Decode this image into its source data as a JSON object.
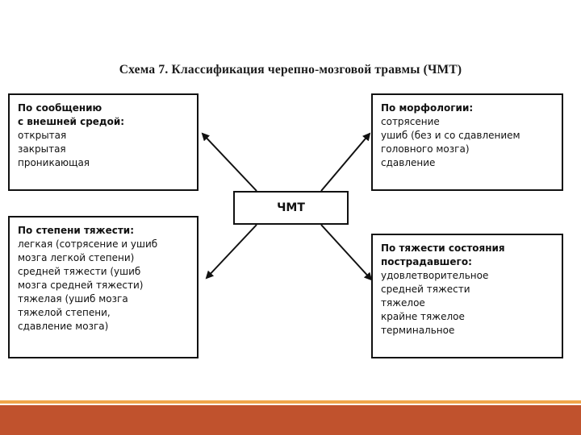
{
  "title": "Схема 7. Классификация черепно-мозговой травмы (ЧМТ)",
  "center": "ЧМТ",
  "boxes": {
    "communication": {
      "head": [
        "По сообщению",
        "с внешней средой:"
      ],
      "items": [
        "открытая",
        "закрытая",
        "проникающая"
      ]
    },
    "morphology": {
      "head": [
        "По морфологии:"
      ],
      "items": [
        "сотрясение",
        "ушиб (без и со сдавлением",
        "головного мозга)",
        "сдавление"
      ]
    },
    "severity": {
      "head": [
        "По степени тяжести:"
      ],
      "items": [
        "легкая (сотрясение и ушиб",
        "мозга легкой степени)",
        "средней тяжести (ушиб",
        "мозга средней тяжести)",
        "тяжелая (ушиб мозга",
        "тяжелой степени,",
        "сдавление мозга)"
      ]
    },
    "condition": {
      "head": [
        "По тяжести состояния",
        "пострадавшего:"
      ],
      "items": [
        "удовлетворительное",
        "средней тяжести",
        "тяжелое",
        "крайне тяжелое",
        "терминальное"
      ]
    }
  },
  "colors": {
    "footer_bar": "#c0522d",
    "footer_line": "#f0a64a",
    "border": "#111111"
  }
}
